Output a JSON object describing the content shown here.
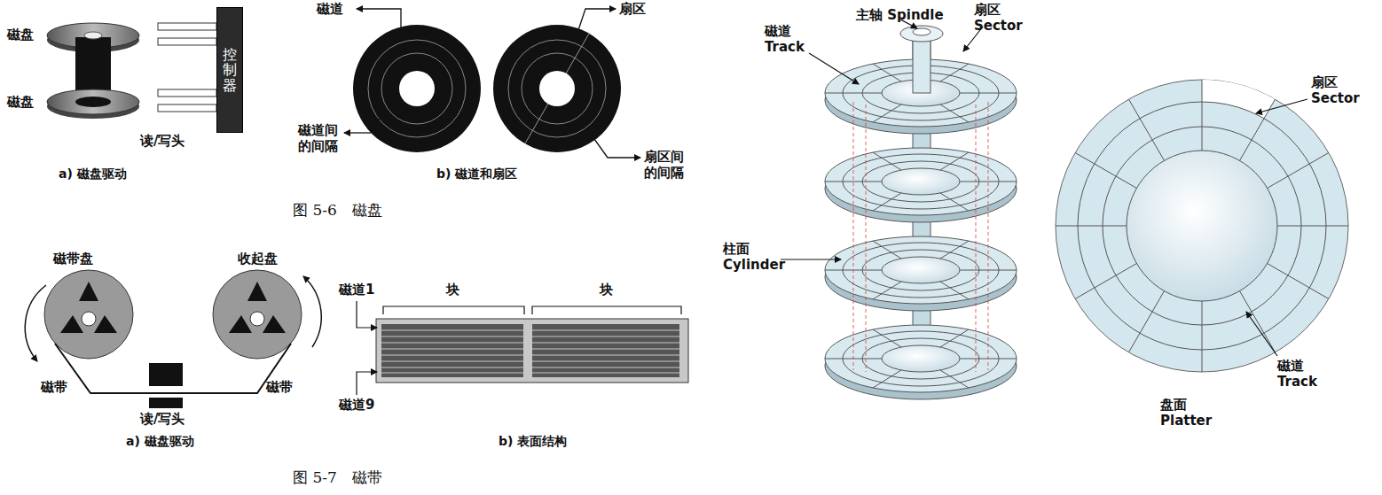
{
  "diagram": {
    "nodes": [
      {
        "text": [
          "控制器"
        ]
      }
    ],
    "labels": [
      "磁盘",
      "磁盘",
      "读/写头",
      "a) 磁盘驱动",
      "磁道",
      "扇区",
      "磁道间 的间隔",
      "扇区间 的间隔",
      "b) 磁道和扇区",
      "图 5-6　磁盘",
      "磁带盘",
      "收起盘",
      "磁带",
      "磁带",
      "读/写头",
      "a) 磁盘驱动",
      "磁道1",
      "磁道9",
      "块",
      "块",
      "b) 表面结构",
      "图 5-7　磁带",
      "主轴 Spindle",
      "磁道 Track",
      "扇区 Sector",
      "柱面 Cylinder",
      "扇区 Sector",
      "磁道 Track",
      "盘面 Platter"
    ]
  }
}
